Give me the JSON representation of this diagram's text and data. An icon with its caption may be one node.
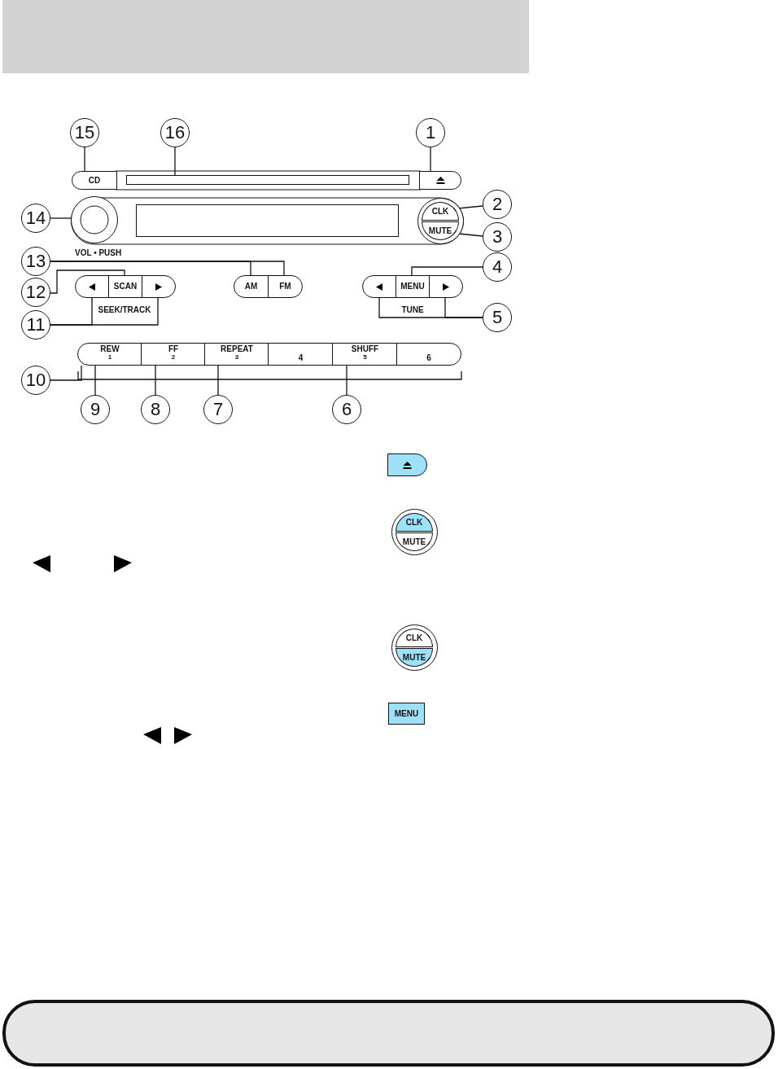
{
  "diagram": {
    "nodes": [
      {
        "text": [
          "15"
        ]
      },
      {
        "text": [
          "16"
        ]
      },
      {
        "text": [
          "1"
        ]
      },
      {
        "text": [
          "CD"
        ]
      },
      {
        "text": [],
        "shape": "box"
      },
      {
        "text": [],
        "shape": "box"
      },
      {
        "text": [
          "14"
        ]
      },
      {
        "text": [],
        "shape": "circle"
      },
      {
        "text": [
          "2"
        ]
      },
      {
        "text": [],
        "shape": "circle"
      },
      {
        "text": [
          "CLK"
        ],
        "in": 9
      },
      {
        "text": [
          "3"
        ]
      },
      {
        "text": [
          "MUTE"
        ],
        "in": 9
      },
      {
        "text": [
          "13"
        ]
      },
      {
        "text": [
          "AM"
        ]
      },
      {
        "text": [
          "FM"
        ]
      },
      {
        "text": [
          "12"
        ]
      },
      {
        "text": [
          "SCAN"
        ]
      },
      {
        "text": [
          "11"
        ]
      },
      {
        "text": [],
        "shape": "box"
      },
      {
        "text": [],
        "shape": "box"
      },
      {
        "text": [
          "4"
        ]
      },
      {
        "text": [
          "MENU"
        ]
      },
      {
        "text": [
          "5"
        ]
      },
      {
        "text": [],
        "shape": "box"
      },
      {
        "text": [],
        "shape": "box"
      },
      {
        "text": [
          "10"
        ]
      },
      {
        "text": [],
        "shape": "box"
      },
      {
        "text": [
          "REW",
          "1"
        ],
        "in": 27
      },
      {
        "text": [
          "FF",
          "2"
        ],
        "in": 27
      },
      {
        "text": [
          "REPEAT",
          "3"
        ],
        "in": 27
      },
      {
        "text": [
          "4"
        ],
        "in": 27
      },
      {
        "text": [
          "SHUFF",
          "5"
        ],
        "in": 27
      },
      {
        "text": [
          "6"
        ],
        "in": 27
      },
      {
        "text": [
          "9"
        ]
      },
      {
        "text": [
          "8"
        ]
      },
      {
        "text": [
          "7"
        ]
      },
      {
        "text": [
          "6"
        ]
      },
      {
        "text": [],
        "shape": "box"
      },
      {
        "text": [],
        "shape": "circle"
      },
      {
        "text": [
          "CLK"
        ],
        "in": 39
      },
      {
        "text": [
          "MUTE"
        ],
        "in": 39
      },
      {
        "text": [],
        "shape": "circle"
      },
      {
        "text": [
          "CLK"
        ],
        "in": 42
      },
      {
        "text": [
          "MUTE"
        ],
        "in": 42
      },
      {
        "text": [
          "MENU"
        ]
      },
      {
        "text": [],
        "shape": "box"
      }
    ],
    "edges": [
      {
        "from": 0,
        "to": 3,
        "arrow": "none"
      },
      {
        "from": 1,
        "to": 4,
        "arrow": "none"
      },
      {
        "from": 2,
        "to": 5,
        "arrow": "none"
      },
      {
        "from": 6,
        "to": 7,
        "arrow": "none"
      },
      {
        "from": 8,
        "to": 10,
        "arrow": "none"
      },
      {
        "from": 11,
        "to": 12,
        "arrow": "none"
      },
      {
        "from": 13,
        "to": 14,
        "arrow": "none"
      },
      {
        "from": 13,
        "to": 15,
        "arrow": "none"
      },
      {
        "from": 16,
        "to": 17,
        "arrow": "none"
      },
      {
        "from": 18,
        "to": 19,
        "arrow": "none"
      },
      {
        "from": 18,
        "to": 20,
        "arrow": "none"
      },
      {
        "from": 21,
        "to": 22,
        "arrow": "none"
      },
      {
        "from": 23,
        "to": 24,
        "arrow": "none"
      },
      {
        "from": 23,
        "to": 25,
        "arrow": "none"
      },
      {
        "from": 26,
        "to": 27,
        "arrow": "none"
      },
      {
        "from": 34,
        "to": 28,
        "arrow": "none"
      },
      {
        "from": 35,
        "to": 29,
        "arrow": "none"
      },
      {
        "from": 36,
        "to": 30,
        "arrow": "none"
      },
      {
        "from": 37,
        "to": 32,
        "arrow": "none"
      }
    ],
    "labels": [
      "VOL • PUSH",
      "SEEK/TRACK",
      "TUNE"
    ]
  }
}
